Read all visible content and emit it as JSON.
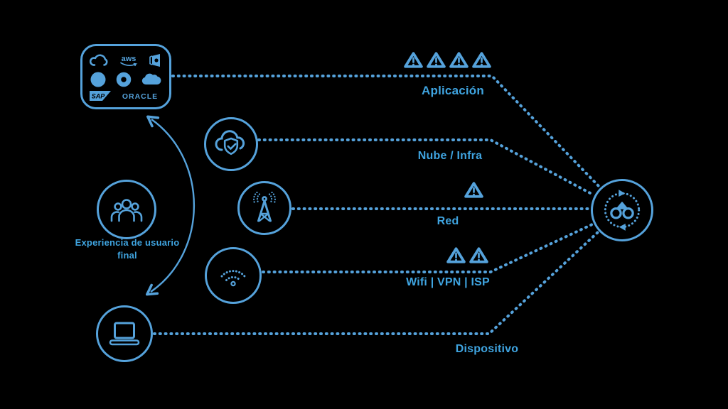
{
  "colors": {
    "background": "#000000",
    "stroke": "#55a2db",
    "label": "#3fa4e0"
  },
  "user": {
    "label": "Experiencia de usuario final"
  },
  "cloud_box": {
    "logos": {
      "google_cloud": "cloud-icon",
      "aws_text": "aws",
      "office": "office-icon",
      "dot": "dot-icon",
      "donut": "donut-icon",
      "salesforce": "cloud-filled-icon",
      "sap_text": "SAP",
      "oracle_text": "ORACLE"
    }
  },
  "layers": [
    {
      "id": "aplicacion",
      "label": "Aplicación",
      "alerts": 4,
      "icon": "cloud-providers-box"
    },
    {
      "id": "nube-infra",
      "label": "Nube / Infra",
      "alerts": 0,
      "icon": "cloud-shield-icon"
    },
    {
      "id": "red",
      "label": "Red",
      "alerts": 1,
      "icon": "radio-tower-icon"
    },
    {
      "id": "wifi-vpn-isp",
      "label": "Wifi | VPN | ISP",
      "alerts": 2,
      "icon": "wifi-icon"
    },
    {
      "id": "dispositivo",
      "label": "Dispositivo",
      "alerts": 0,
      "icon": "laptop-icon"
    }
  ],
  "hub": {
    "icon": "monitoring-sync-hub-icon"
  }
}
